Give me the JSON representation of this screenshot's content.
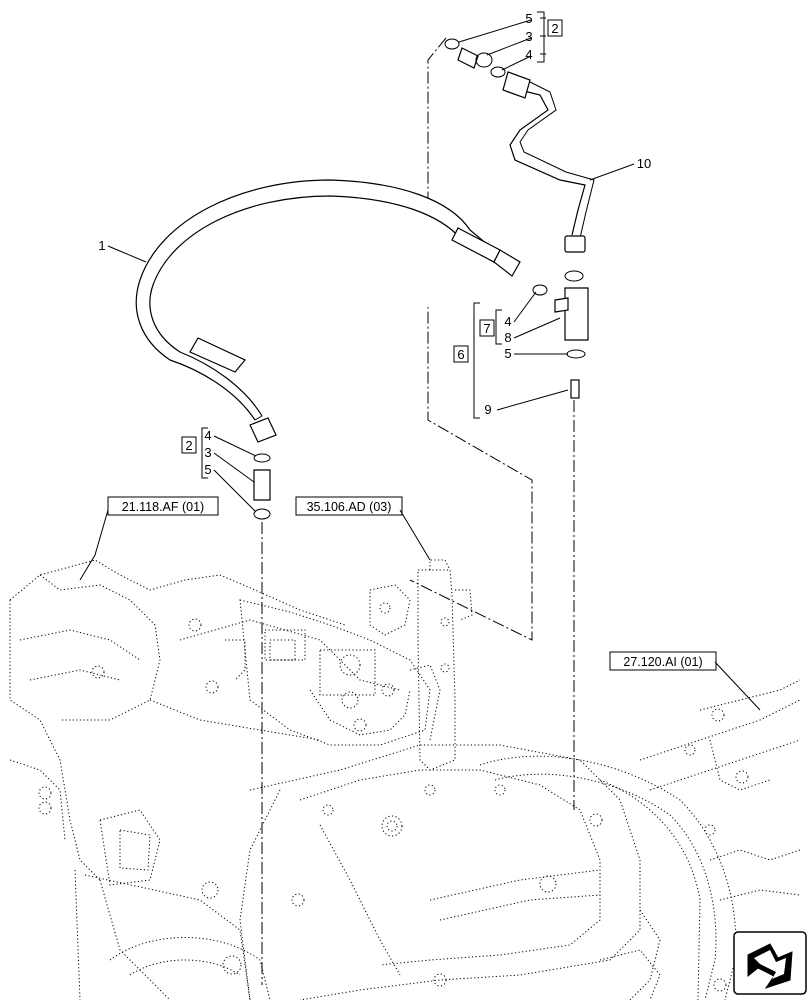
{
  "callouts": {
    "c1": "1",
    "c2a": "2",
    "c2b": "2",
    "c3a": "3",
    "c3b": "3",
    "c4a": "4",
    "c4b": "4",
    "c4c": "4",
    "c5a": "5",
    "c5b": "5",
    "c5c": "5",
    "c6": "6",
    "c7": "7",
    "c8": "8",
    "c9": "9",
    "c10": "10"
  },
  "references": {
    "ref_a": "21.118.AF (01)",
    "ref_b": "35.106.AD (03)",
    "ref_c": "27.120.AI (01)"
  },
  "icons": {
    "nav": "next-page-arrow-icon"
  }
}
